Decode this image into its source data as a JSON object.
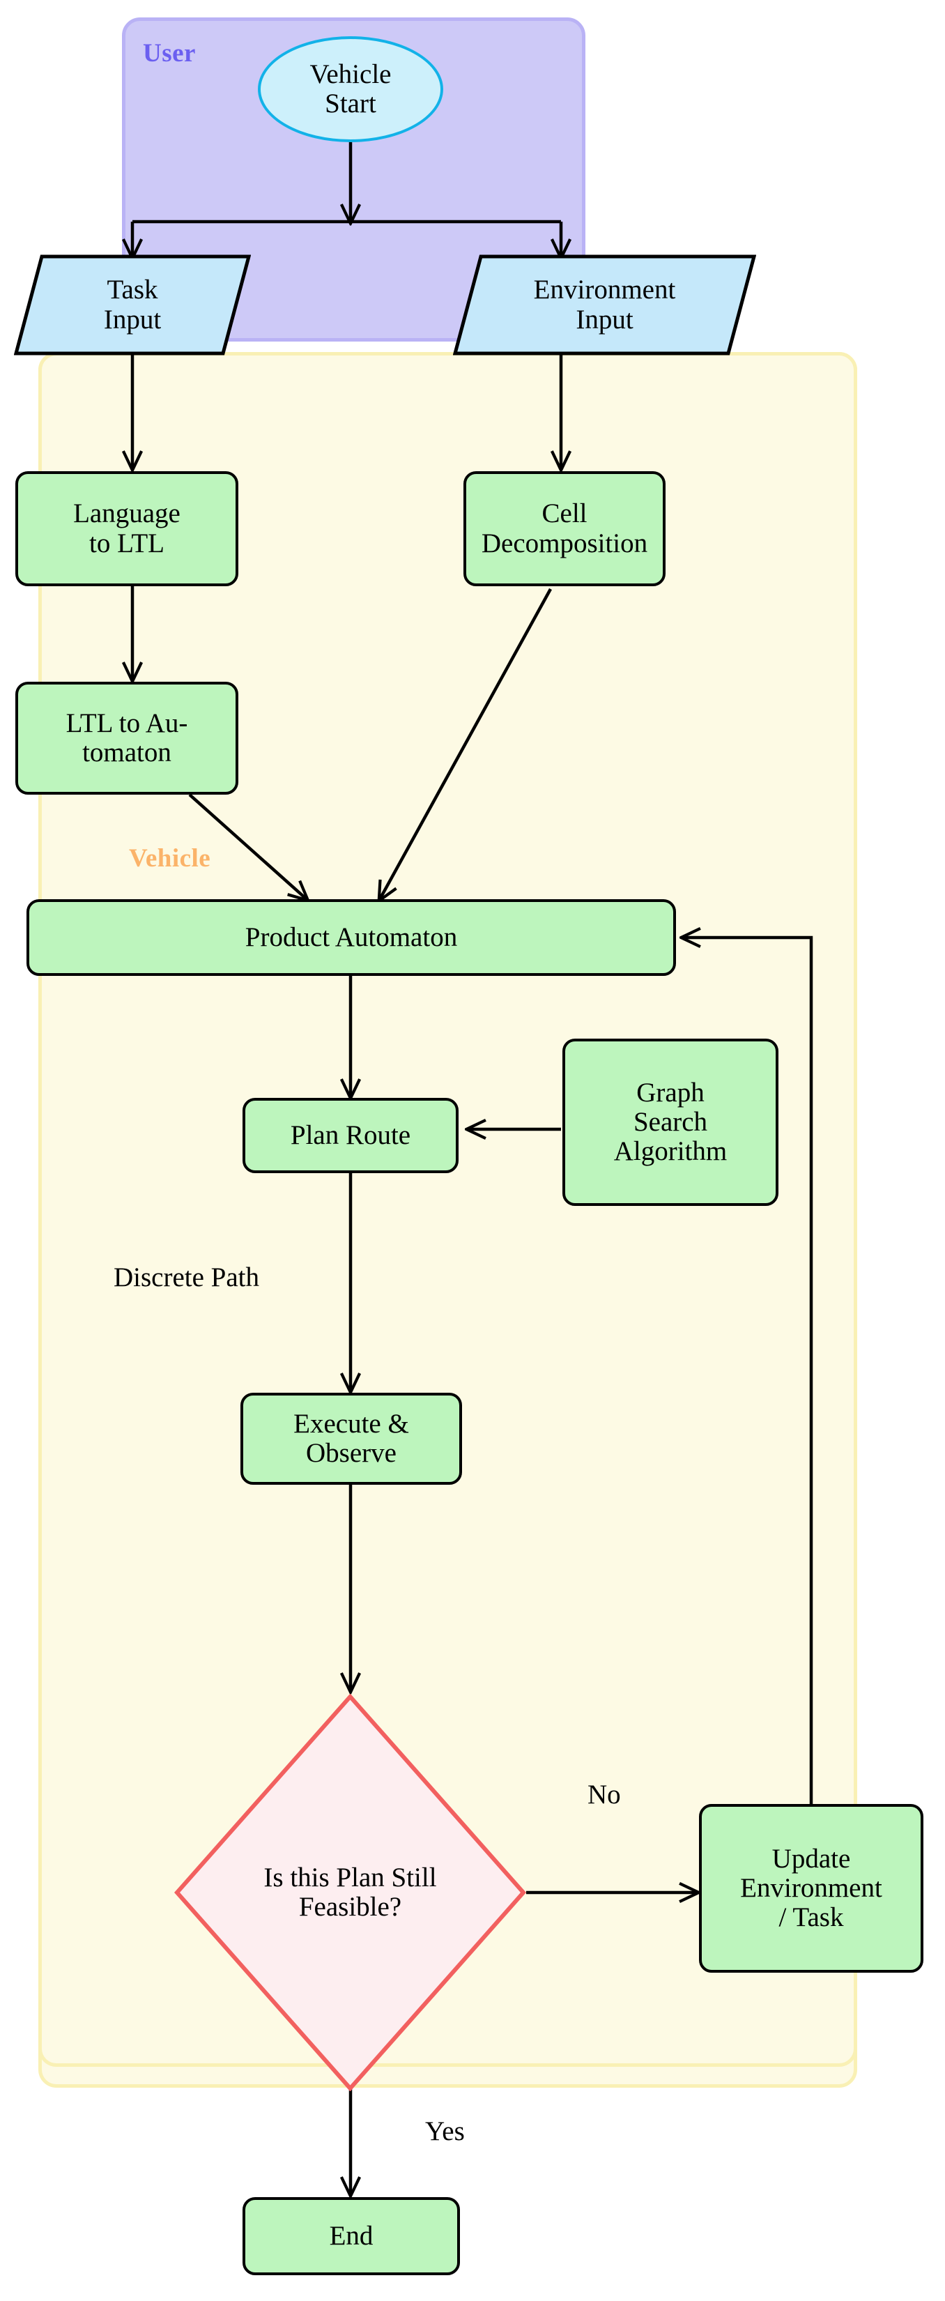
{
  "diagram": {
    "title": "Vehicle Task and Motion Planning Flowchart",
    "type": "flowchart",
    "colors": {
      "user_group_fill": "#cdc9f7",
      "user_group_border": "#b9b2f5",
      "user_label": "#6b5ff0",
      "vehicle_group_fill": "#fdfae4",
      "vehicle_group_border": "#f9f0b4",
      "vehicle_label": "#fbb369",
      "process_fill": "#bdf5bd",
      "process_border": "#000000",
      "start_fill": "#cdf0fb",
      "start_border": "#12b2e8",
      "io_fill": "#c5e8fa",
      "io_border": "#000000",
      "decision_fill": "#fdeef0",
      "decision_border": "#f2605f",
      "edge": "#000000"
    }
  },
  "groups": [
    {
      "id": "user",
      "label": "User"
    },
    {
      "id": "vehicle",
      "label": "Vehicle"
    }
  ],
  "nodes": {
    "vehicle_start": {
      "label": "Vehicle\nStart",
      "shape": "ellipse"
    },
    "task_input": {
      "label": "Task\nInput",
      "shape": "parallelogram"
    },
    "environment_input": {
      "label": "Environment\nInput",
      "shape": "parallelogram"
    },
    "language_to_ltl": {
      "label": "Language\nto LTL",
      "shape": "rounded-rect"
    },
    "cell_decomposition": {
      "label": "Cell\nDecomposition",
      "shape": "rounded-rect"
    },
    "ltl_to_automaton": {
      "label": "LTL to Au-\ntomaton",
      "shape": "rounded-rect"
    },
    "product_automaton": {
      "label": "Product Automaton",
      "shape": "rounded-rect"
    },
    "plan_route": {
      "label": "Plan Route",
      "shape": "rounded-rect"
    },
    "graph_search_algorithm": {
      "label": "Graph\nSearch\nAlgorithm",
      "shape": "rounded-rect"
    },
    "execute_observe": {
      "label": "Execute &\nObserve",
      "shape": "rounded-rect"
    },
    "is_plan_feasible": {
      "label": "Is this Plan Still\nFeasible?",
      "shape": "diamond"
    },
    "update_environment_task": {
      "label": "Update\nEnvironment\n/ Task",
      "shape": "rounded-rect"
    },
    "end": {
      "label": "End",
      "shape": "rounded-rect"
    }
  },
  "edge_labels": {
    "discrete_path": "Discrete Path",
    "no": "No",
    "yes": "Yes"
  }
}
